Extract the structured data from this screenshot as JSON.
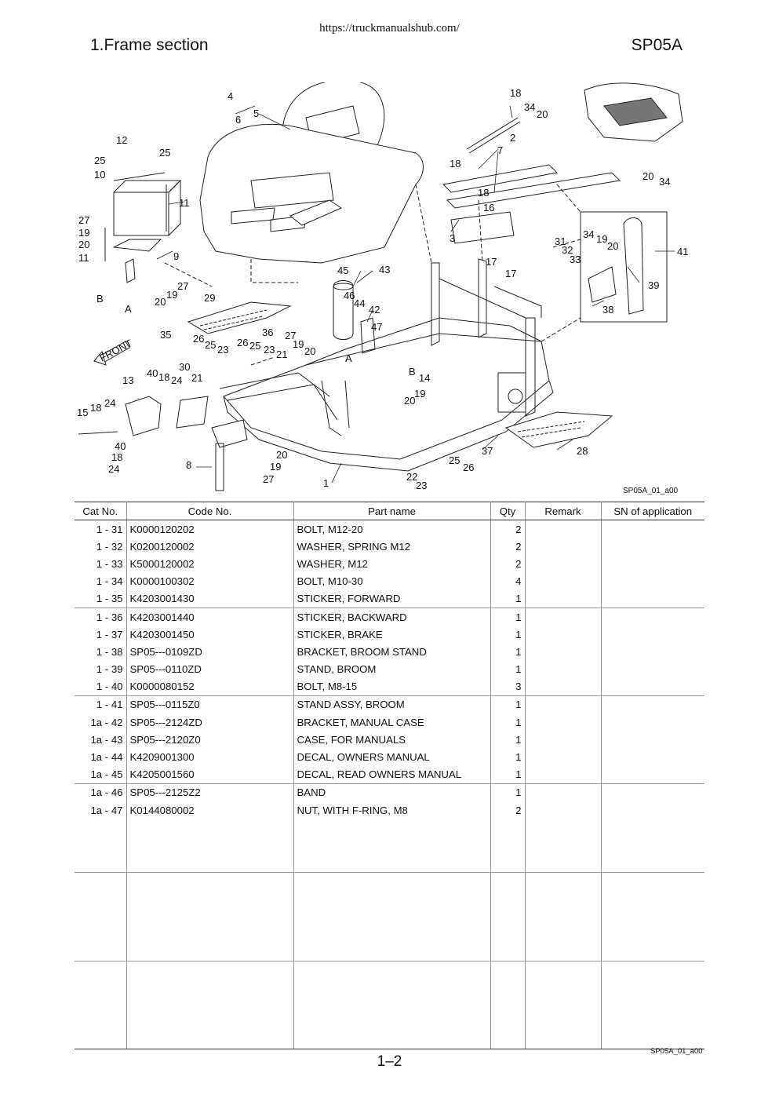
{
  "header": {
    "url": "https://truckmanualshub.com/",
    "section_title": "1.Frame section",
    "model": "SP05A"
  },
  "diagram": {
    "figure_code": "SP05A_01_a00",
    "front_label": "FRONT",
    "callouts": [
      "1",
      "2",
      "3",
      "4",
      "5",
      "6",
      "7",
      "8",
      "9",
      "10",
      "11",
      "11",
      "12",
      "13",
      "14",
      "15",
      "16",
      "17",
      "17",
      "18",
      "18",
      "18",
      "18",
      "18",
      "19",
      "19",
      "19",
      "19",
      "19",
      "20",
      "20",
      "20",
      "20",
      "20",
      "20",
      "20",
      "21",
      "21",
      "22",
      "23",
      "23",
      "23",
      "24",
      "24",
      "24",
      "25",
      "25",
      "25",
      "25",
      "26",
      "26",
      "26",
      "27",
      "27",
      "27",
      "27",
      "28",
      "29",
      "30",
      "31",
      "32",
      "33",
      "34",
      "34",
      "34",
      "35",
      "36",
      "37",
      "38",
      "39",
      "40",
      "40",
      "41",
      "42",
      "43",
      "44",
      "45",
      "46",
      "47",
      "A",
      "A",
      "B",
      "B"
    ]
  },
  "table": {
    "headers": [
      "Cat No.",
      "Code No.",
      "Part name",
      "Qty",
      "Remark",
      "SN of application"
    ],
    "rows": [
      {
        "cat": "1   - 31",
        "code": "K0000120202",
        "name": "BOLT, M12-20",
        "qty": "2"
      },
      {
        "cat": "1   - 32",
        "code": "K0200120002",
        "name": "WASHER, SPRING M12",
        "qty": "2"
      },
      {
        "cat": "1   - 33",
        "code": "K5000120002",
        "name": "WASHER, M12",
        "qty": "2"
      },
      {
        "cat": "1   - 34",
        "code": "K0000100302",
        "name": "BOLT, M10-30",
        "qty": "4"
      },
      {
        "cat": "1   - 35",
        "code": "K4203001430",
        "name": "STICKER, FORWARD",
        "qty": "1"
      },
      {
        "cat": "1   - 36",
        "code": "K4203001440",
        "name": "STICKER, BACKWARD",
        "qty": "1"
      },
      {
        "cat": "1   - 37",
        "code": "K4203001450",
        "name": "STICKER, BRAKE",
        "qty": "1"
      },
      {
        "cat": "1   - 38",
        "code": "SP05---0109ZD",
        "name": "BRACKET, BROOM STAND",
        "qty": "1"
      },
      {
        "cat": "1   - 39",
        "code": "SP05---0110ZD",
        "name": "STAND, BROOM",
        "qty": "1"
      },
      {
        "cat": "1   - 40",
        "code": "K0000080152",
        "name": "BOLT, M8-15",
        "qty": "3"
      },
      {
        "cat": "1   - 41",
        "code": "SP05---0115Z0",
        "name": "STAND ASSY, BROOM",
        "qty": "1"
      },
      {
        "cat": "1a  - 42",
        "code": "SP05---2124ZD",
        "name": "BRACKET, MANUAL CASE",
        "qty": "1"
      },
      {
        "cat": "1a  - 43",
        "code": "SP05---2120Z0",
        "name": "CASE, FOR MANUALS",
        "qty": "1"
      },
      {
        "cat": "1a  - 44",
        "code": "K4209001300",
        "name": "DECAL, OWNERS MANUAL",
        "qty": "1"
      },
      {
        "cat": "1a  - 45",
        "code": "K4205001560",
        "name": "DECAL, READ OWNERS MANUAL",
        "qty": "1"
      },
      {
        "cat": "1a  - 46",
        "code": "SP05---2125Z2",
        "name": "BAND",
        "qty": "1"
      },
      {
        "cat": "1a  - 47",
        "code": "K0144080002",
        "name": "NUT, WITH F-RING, M8",
        "qty": "2"
      }
    ]
  },
  "footer": {
    "code": "SP05A_01_a00",
    "page": "1–2"
  }
}
